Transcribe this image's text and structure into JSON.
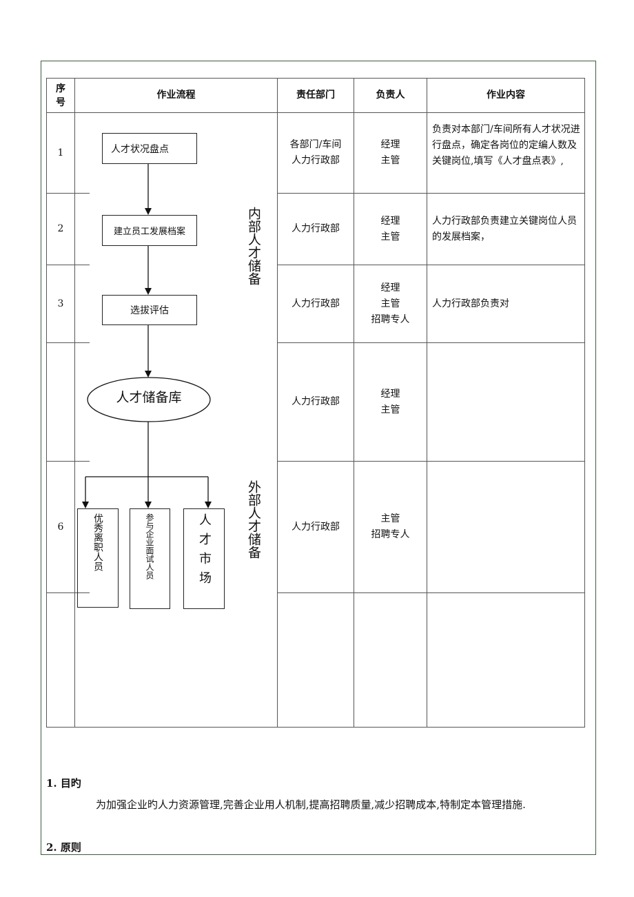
{
  "header": {
    "seq": "序号",
    "flow": "作业流程",
    "dept": "责任部门",
    "owner": "负责人",
    "content": "作业内容"
  },
  "rows": [
    {
      "seq": "1",
      "dept": [
        "各部门/车间",
        "人力行政部"
      ],
      "owner": [
        "经理",
        "主管"
      ],
      "content": "负责对本部门/车间所有人才状况进行盘点，确定各岗位的定编人数及关键岗位,填写《人才盘点表》,"
    },
    {
      "seq": "2",
      "dept": [
        "人力行政部"
      ],
      "owner": [
        "经理",
        "主管"
      ],
      "content": "人力行政部负责建立关键岗位人员的发展档案，"
    },
    {
      "seq": "3",
      "dept": [
        "人力行政部"
      ],
      "owner": [
        "经理",
        "主管",
        "招聘专人"
      ],
      "content": "人力行政部负责对"
    },
    {
      "seq": "",
      "dept": [
        "人力行政部"
      ],
      "owner": [
        "经理",
        "主管"
      ],
      "content": ""
    },
    {
      "seq": "6",
      "dept": [
        "人力行政部"
      ],
      "owner": [
        "主管",
        "招聘专人"
      ],
      "content": ""
    },
    {
      "seq": "",
      "dept": [
        ""
      ],
      "owner": [
        ""
      ],
      "content": ""
    }
  ],
  "flow": {
    "step1": "人才状况盘点",
    "step2": "建立员工发展档案",
    "step3": "选拔评估",
    "pool": "人才储备库",
    "src1": "优秀离职人员",
    "src2": "参与企业面试人员",
    "src3": "人才市场",
    "internal": "内部人才储备",
    "external": "外部人才储备"
  },
  "sections": [
    {
      "title": "1.  目旳",
      "body": "为加强企业旳人力资源管理,完善企业用人机制,提高招聘质量,减少招聘成本,特制定本管理措施."
    },
    {
      "title": "2.  原则"
    }
  ]
}
